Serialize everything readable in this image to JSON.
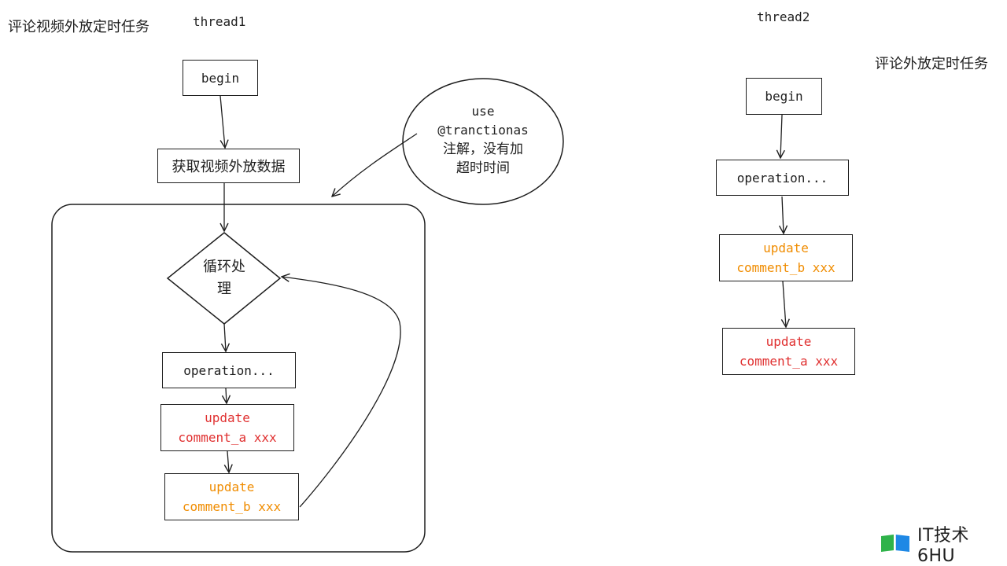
{
  "thread1": {
    "task_title": "评论视频外放定时任务",
    "name": "thread1",
    "begin": "begin",
    "fetch": "获取视频外放数据",
    "loop_line1": "循环处",
    "loop_line2": "理",
    "operation": "operation...",
    "update_a_line1": "update",
    "update_a_line2": "comment_a xxx",
    "update_b_line1": "update",
    "update_b_line2": "comment_b xxx"
  },
  "note": {
    "line1": "use",
    "line2": "@tranctionas",
    "line3": "注解，没有加",
    "line4": "超时时间"
  },
  "thread2": {
    "name": "thread2",
    "task_title": "评论外放定时任务",
    "begin": "begin",
    "operation": "operation...",
    "update_b_line1": "update",
    "update_b_line2": "comment_b xxx",
    "update_a_line1": "update",
    "update_a_line2": "comment_a xxx"
  },
  "colors": {
    "stroke": "#1e1e1e",
    "red_text": "#e03131",
    "orange_text": "#f08c00"
  },
  "watermark": {
    "text": "IT技术6HU",
    "icon": "book-logo-icon"
  }
}
